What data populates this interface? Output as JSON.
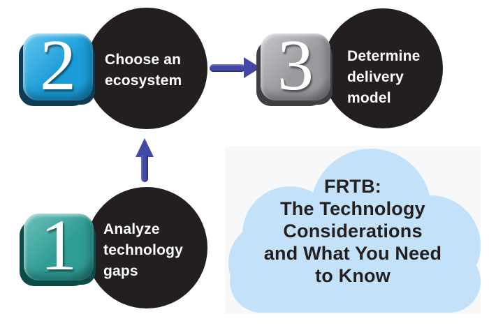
{
  "figure": {
    "description": "Three-step FRTB technology process diagram",
    "steps": [
      {
        "number": "1",
        "label": "Analyze\ntechnology\ngaps",
        "key_color": "#2f9c95",
        "key_shadow_color": "#0c4a45"
      },
      {
        "number": "2",
        "label": "Choose an\necosystem",
        "key_color": "#1b9cd8",
        "key_shadow_color": "#0d3c54"
      },
      {
        "number": "3",
        "label": "Determine\ndelivery\nmodel",
        "key_color": "#9a999e",
        "key_shadow_color": "#3f3e43"
      }
    ],
    "circle_color": "#231f20",
    "step_label_color": "#ffffff",
    "arrows": [
      {
        "id": "arrow-up",
        "from": "step-1",
        "to": "step-2",
        "direction": "up",
        "color": "#4348a6"
      },
      {
        "id": "arrow-right",
        "from": "step-2",
        "to": "step-3",
        "direction": "right",
        "color": "#4348a6"
      }
    ],
    "cloud": {
      "text": "FRTB:\nThe Technology\nConsiderations\nand What You Need\nto Know",
      "fill_color": "#c3e2fa",
      "text_color": "#231f20",
      "panel_color": "#f8f8f8"
    }
  }
}
